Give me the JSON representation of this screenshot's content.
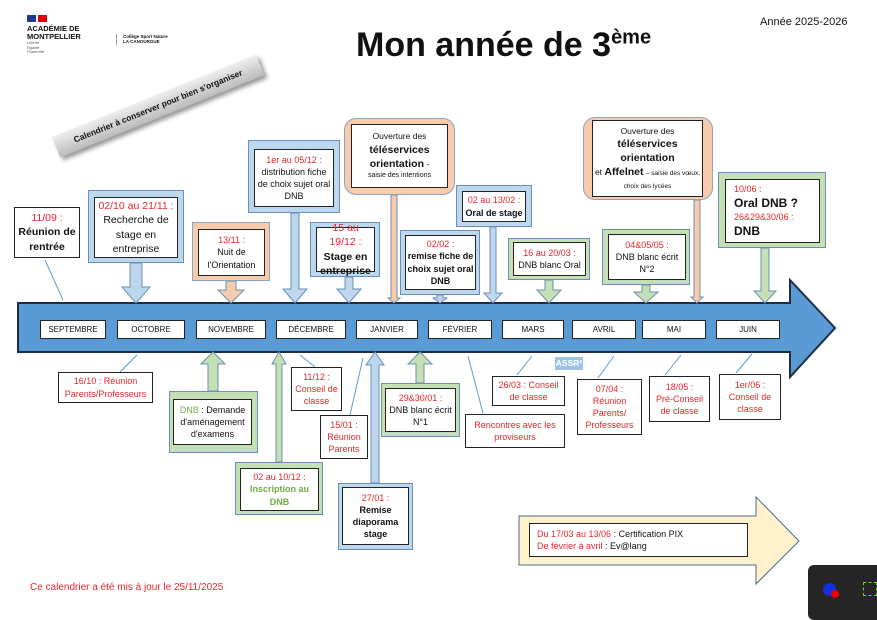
{
  "header": {
    "ministry": "ACADÉMIE DE MONTPELLIER",
    "motto": [
      "Liberté",
      "Égalité",
      "Fraternité"
    ],
    "college_line1": "Collège Sport Nature",
    "college_line2": "LA CANOURGUE",
    "title": "Mon année de 3",
    "title_sup": "ème",
    "year": "Année 2025-2026",
    "banner": "Calendrier à conserver pour bien s'organiser"
  },
  "months": [
    "SEPTEMBRE",
    "OCTOBRE",
    "NOVEMBRE",
    "DÉCEMBRE",
    "JANVIER",
    "FÉVRIER",
    "MARS",
    "AVRIL",
    "MAI",
    "JUIN"
  ],
  "top": {
    "e1": {
      "date": "11/09 :",
      "text": "Réunion de rentrée"
    },
    "e2": {
      "date": "02/10 au 21/11 :",
      "text": "Recherche de stage en entreprise"
    },
    "e3": {
      "date": "13/11 :",
      "text": "Nuit de l'Orientation"
    },
    "e4": {
      "date": "1er au 05/12 :",
      "text": "distribution fiche de choix sujet oral DNB"
    },
    "e5": {
      "date": "15 au 19/12 :",
      "text": "Stage en entreprise"
    },
    "e6": {
      "l1": "Ouverture des",
      "l2": "téléservices orientation",
      "l3": "-",
      "l4": "saisie des intentions"
    },
    "e7": {
      "date": "02/02 :",
      "text": "remise fiche de choix sujet oral DNB"
    },
    "e8": {
      "date": "02 au 13/02 :",
      "text": "Oral de stage"
    },
    "e9": {
      "date": "16 au 20/03 :",
      "text": "DNB blanc Oral"
    },
    "e10": {
      "date": "04&05/05 :",
      "text": "DNB blanc écrit N°2"
    },
    "e11": {
      "l1": "Ouverture des",
      "l2": "téléservices orientation",
      "l3": "et",
      "l4": "Affelnet",
      "l5": "– saisie des vœux, choix des lycées"
    },
    "e12": {
      "date1": "10/06 :",
      "text1": "Oral DNB ?",
      "date2": "26&29&30/06 :",
      "text2": "DNB"
    }
  },
  "bottom": {
    "b1": "16/10 : Réunion Parents/Professeurs",
    "b2": {
      "tag": "DNB",
      "text": ": Demande d'aménagement d'examens"
    },
    "b3": {
      "date": "02 au 10/12 :",
      "text": "Inscription au DNB"
    },
    "b4": {
      "date": "11/12 :",
      "text": "Conseil de classe"
    },
    "b5": {
      "date": "15/01 :",
      "text": "Réunion Parents"
    },
    "b6": {
      "date": "27/01 :",
      "text": "Remise diaporama stage"
    },
    "b7": {
      "date": "29&30/01 :",
      "text": "DNB blanc écrit N°1"
    },
    "b8": "Rencontres avec les proviseurs",
    "assr": "ASSR²",
    "b9": "26/03 : Conseil de classe",
    "b10": {
      "date": "07/04 :",
      "text": "Réunion Parents/ Professeurs"
    },
    "b11": {
      "date": "18/05 :",
      "text": "Pré-Conseil de classe"
    },
    "b12": {
      "date": "1er/06 :",
      "text": "Conseil de classe"
    }
  },
  "certif": {
    "d1": "Du 17/03 au 13/06",
    "t1": ": Certification PIX",
    "d2": "De février à avril",
    "t2": ": Ev@lang"
  },
  "footer": "Ce calendrier a été mis à jour le 25/11/2025"
}
